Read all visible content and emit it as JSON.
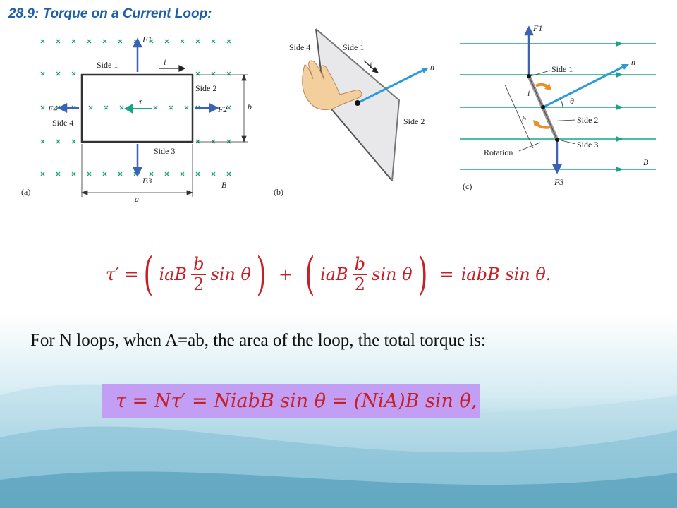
{
  "slide": {
    "title": "28.9: Torque on a Current Loop:",
    "body_text": "For N loops, when A=ab, the area of the loop, the total torque is:"
  },
  "figure_a": {
    "label": "(a)",
    "side1": "Side 1",
    "side2": "Side 2",
    "side3": "Side 3",
    "side4": "Side 4",
    "current": "i",
    "torque": "τ",
    "dim_a": "a",
    "dim_b": "b",
    "field": "B",
    "f1": "F1",
    "f2": "F2",
    "f3": "F3",
    "f4": "F4"
  },
  "figure_b": {
    "label": "(b)",
    "side1": "Side 1",
    "side2": "Side 2",
    "side4": "Side 4",
    "current": "i",
    "normal": "n"
  },
  "figure_c": {
    "label": "(c)",
    "side1": "Side 1",
    "side2": "Side 2",
    "side3": "Side 3",
    "rotation": "Rotation",
    "theta": "θ",
    "dim_b": "b",
    "current": "i",
    "normal": "n",
    "field": "B",
    "f1": "F1",
    "f3": "F3"
  },
  "equation1": {
    "lhs": "τ′ =",
    "term": "iaB",
    "frac_num": "b",
    "frac_den": "2",
    "sin": "sin θ",
    "plus": "+",
    "equals": "=",
    "rhs": "iabB sin θ."
  },
  "equation2": {
    "text": "τ = Nτ′ = NiabB sin θ = (NiA)B sin θ,"
  },
  "colors": {
    "title": "#1f5fa8",
    "equation": "#c62026",
    "highlight": "#c39ef5",
    "field_lines": "#1aa58a",
    "arrows": "#3b63b5",
    "cross": "#18a37b"
  }
}
